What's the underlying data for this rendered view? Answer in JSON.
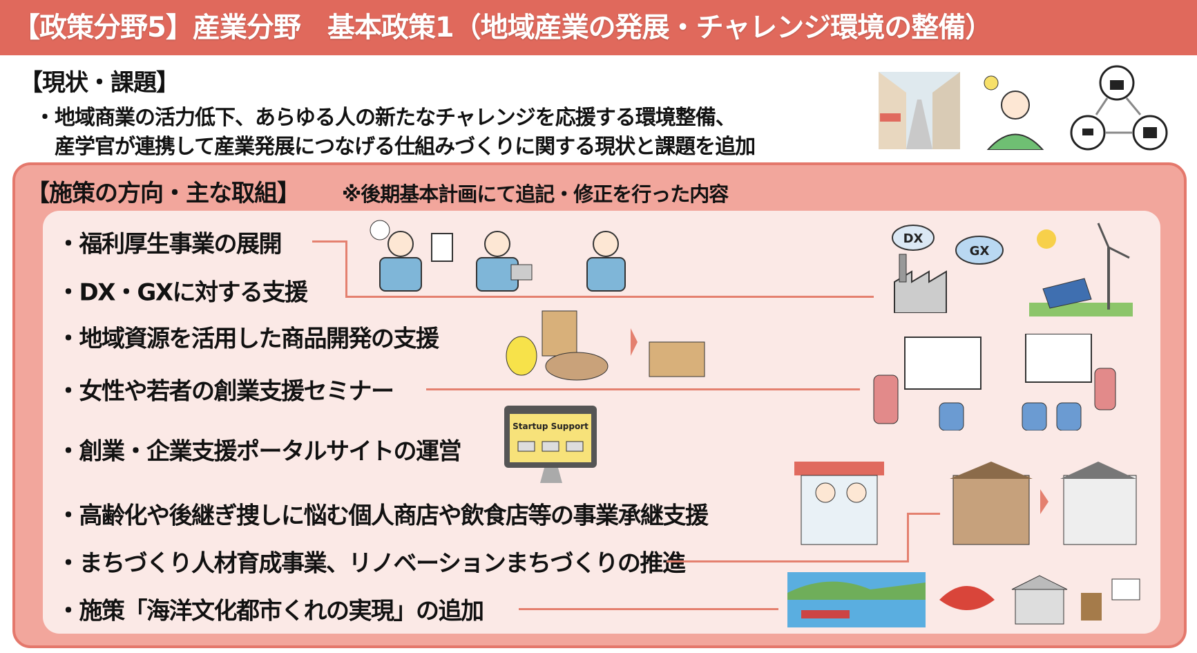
{
  "header": {
    "title": "【政策分野5】産業分野　基本政策1（地域産業の発展・チャレンジ環境の整備）"
  },
  "current": {
    "heading": "【現状・課題】",
    "lines": [
      "・地域商業の活力低下、あらゆる人の新たなチャレンジを応援する環境整備、",
      "　産学官が連携して産業発展につなげる仕組みづくりに関する現状と課題を追加"
    ]
  },
  "measures": {
    "heading": "【施策の方向・主な取組】",
    "note": "※後期基本計画にて追記・修正を行った内容",
    "items": [
      "・福利厚生事業の展開",
      "・DX・GXに対する支援",
      "・地域資源を活用した商品開発の支援",
      "・女性や若者の創業支援セミナー",
      "・創業・企業支援ポータルサイトの運営",
      "・高齢化や後継ぎ捜しに悩む個人商店や飲食店等の事業承継支援",
      "・まちづくり人材育成事業、リノベーションまちづくりの推進",
      "・施策「海洋文化都市くれの実現」の追加"
    ]
  },
  "illustrations": {
    "dx_label": "DX",
    "gx_label": "GX",
    "portal_label": "Startup Support"
  },
  "colors": {
    "header": "#e0695c",
    "panel": "#f2a69c",
    "inner": "#fbe9e6",
    "line": "#e4806f"
  }
}
